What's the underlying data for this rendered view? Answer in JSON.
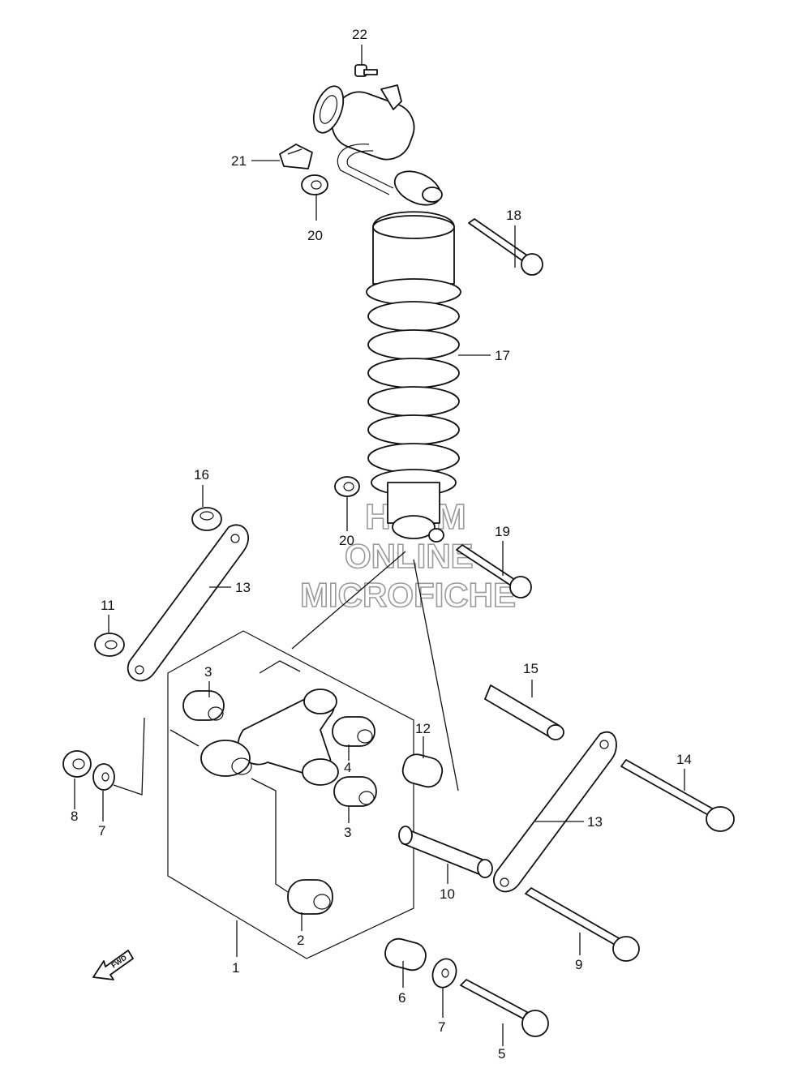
{
  "callouts": {
    "p1": "1",
    "p2": "2",
    "p3a": "3",
    "p3b": "3",
    "p4": "4",
    "p5": "5",
    "p6": "6",
    "p7a": "7",
    "p7b": "7",
    "p8": "8",
    "p9": "9",
    "p10": "10",
    "p11": "11",
    "p12": "12",
    "p13a": "13",
    "p13b": "13",
    "p14": "14",
    "p15": "15",
    "p16": "16",
    "p17": "17",
    "p18": "18",
    "p19": "19",
    "p20a": "20",
    "p20b": "20",
    "p21": "21",
    "p22": "22"
  },
  "watermark": {
    "line1": "HLSM",
    "line2": "ONLINE",
    "line3": "MICROFICHE"
  },
  "fwd_label": "FWD"
}
